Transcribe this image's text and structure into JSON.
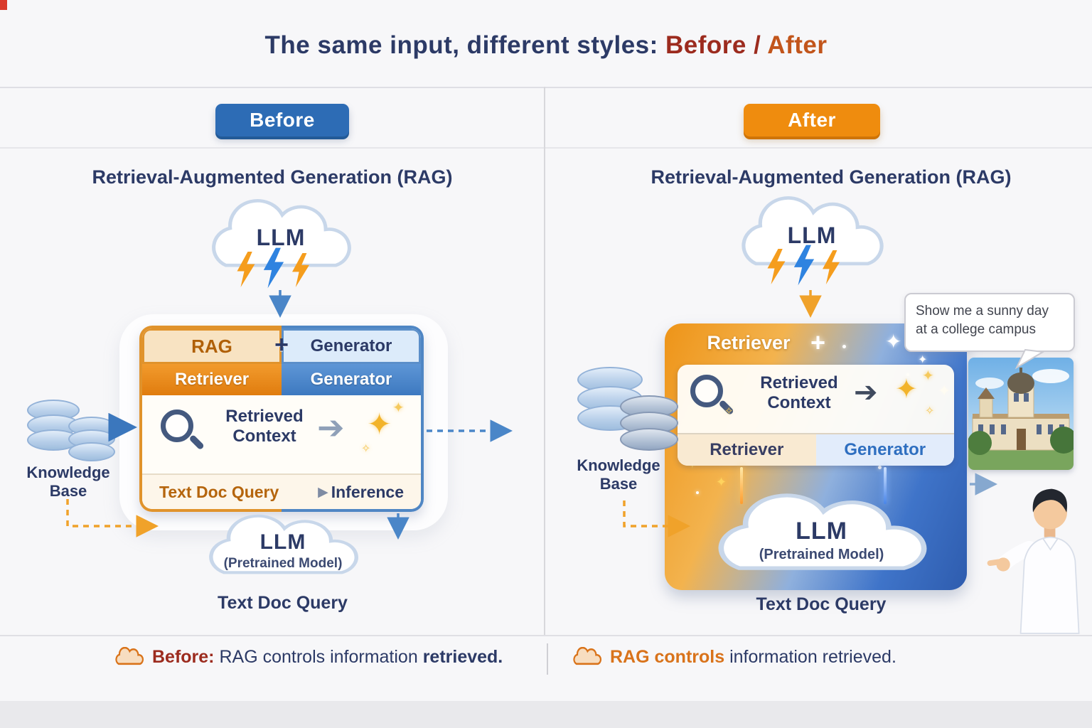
{
  "title": {
    "prefix": "The same input, different styles: ",
    "before": "Before",
    "separator": " / ",
    "after": "After"
  },
  "icons": {
    "sparkle": "✦",
    "sparkle_small": "✧",
    "arrow_right": "➔",
    "play": "▶",
    "plus": "+"
  },
  "left_panel": {
    "badge": "Before",
    "heading": "Retrieval-Augmented Generation (RAG)",
    "llm_cloud": "LLM",
    "box": {
      "header_left": "RAG",
      "header_right": "Generator",
      "row_left": "Retriever",
      "row_right": "Generator",
      "retrieved_line1": "Retrieved",
      "retrieved_line2": "Context",
      "footer_left": "Text Doc Query",
      "footer_right": "Inference"
    },
    "pretrained_cloud": {
      "title": "LLM",
      "subtitle": "(Pretrained Model)"
    },
    "caption": "Text Doc Query",
    "knowledge_base_line1": "Knowledge",
    "knowledge_base_line2": "Base"
  },
  "right_panel": {
    "badge": "After",
    "heading": "Retrieval-Augmented Generation (RAG)",
    "llm_cloud": "LLM",
    "speech_bubble_line1": "Show me a sunny day",
    "speech_bubble_line2": "at a college campus",
    "box": {
      "header": "Retriever",
      "retrieved_line1": "Retrieved",
      "retrieved_line2": "Context",
      "row_left": "Retriever",
      "row_right": "Generator"
    },
    "pretrained_cloud": {
      "title": "LLM",
      "subtitle": "(Pretrained Model)"
    },
    "caption": "Text Doc Query",
    "knowledge_base_line1": "Knowledge",
    "knowledge_base_line2": "Base"
  },
  "footer": {
    "left": {
      "lead": "Before:",
      "body": " RAG controls information ",
      "emphasis": "retrieved."
    },
    "right": {
      "lead": "RAG controls",
      "body": " information retrieved."
    }
  },
  "colors": {
    "before_badge": "#2d6cb5",
    "after_badge": "#ef8c0e",
    "navy": "#2c3a66",
    "dark_red": "#9c2b1e",
    "title_orange": "#c2551b"
  }
}
